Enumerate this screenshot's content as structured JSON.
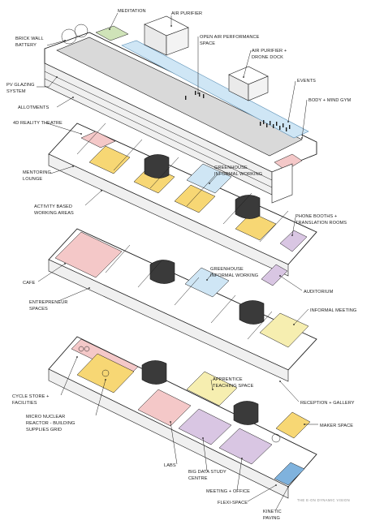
{
  "labels": {
    "meditation": "MEDITATION",
    "air_purifier": "AIR PURIFIER",
    "brick_wall_battery": [
      "BRICK WALL",
      "BATTERY"
    ],
    "open_air_performance": [
      "OPEN AIR PERFORMANCE",
      "SPACE"
    ],
    "air_purifier_drone": [
      "AIR PURIFIER +",
      "DRONE DOCK"
    ],
    "pv_glazing": [
      "PV GLAZING",
      "SYSTEM"
    ],
    "events": "EVENTS",
    "allotments": "ALLOTMENTS",
    "body_mind_gym": "BODY + MIND GYM",
    "reality_theatre": "4D REALITY THEATRE",
    "greenhouse_1": [
      "GREENHOUSE",
      "INFORMAL WORKING"
    ],
    "mentoring_lounge": [
      "MENTORING",
      "LOUNGE"
    ],
    "activity_based": [
      "ACTIVITY BASED",
      "WORKING AREAS"
    ],
    "phone_booths": [
      "PHONE BOOTHS +",
      "TRANSLATION ROOMS"
    ],
    "greenhouse_2": [
      "GREENHOUSE",
      "INFORMAL WORKING"
    ],
    "auditorium": "AUDITORIUM",
    "cafe": "CAFE",
    "informal_meeting": "INFORMAL MEETING",
    "entrepreneur_spaces": [
      "ENTREPRENEUR",
      "SPACES"
    ],
    "apprentice_teaching": [
      "APPRENTICE",
      "TEACHING SPACE"
    ],
    "cycle_store": [
      "CYCLE STORE +",
      "FACILITIES"
    ],
    "reception_gallery": "RECEPTION + GALLERY",
    "micro_nuclear": [
      "MICRO NUCLEAR",
      "REACTOR - BUILDING",
      "SUPPLIES GRID"
    ],
    "maker_space": "MAKER SPACE",
    "labs": "LABS",
    "big_data": [
      "BIG DATA STUDY",
      "CENTRE"
    ],
    "meeting_office": "MEETING + OFFICE",
    "flexi_space": "FLEXI-SPACE",
    "kinetic_paving": [
      "KINETIC",
      "PAVING"
    ],
    "credit": "THE E-ON DYNAMIC VISION"
  },
  "colors": {
    "pink": "#f4c8c8",
    "yellow": "#f7d774",
    "light_yellow": "#f6eeb0",
    "blue": "#cfe6f5",
    "lilac": "#d9c6e3",
    "green": "#cfe3b8",
    "grey": "#d9d9d9",
    "dark": "#3a3a3a",
    "kinetic_blue": "#7fb2dd"
  }
}
